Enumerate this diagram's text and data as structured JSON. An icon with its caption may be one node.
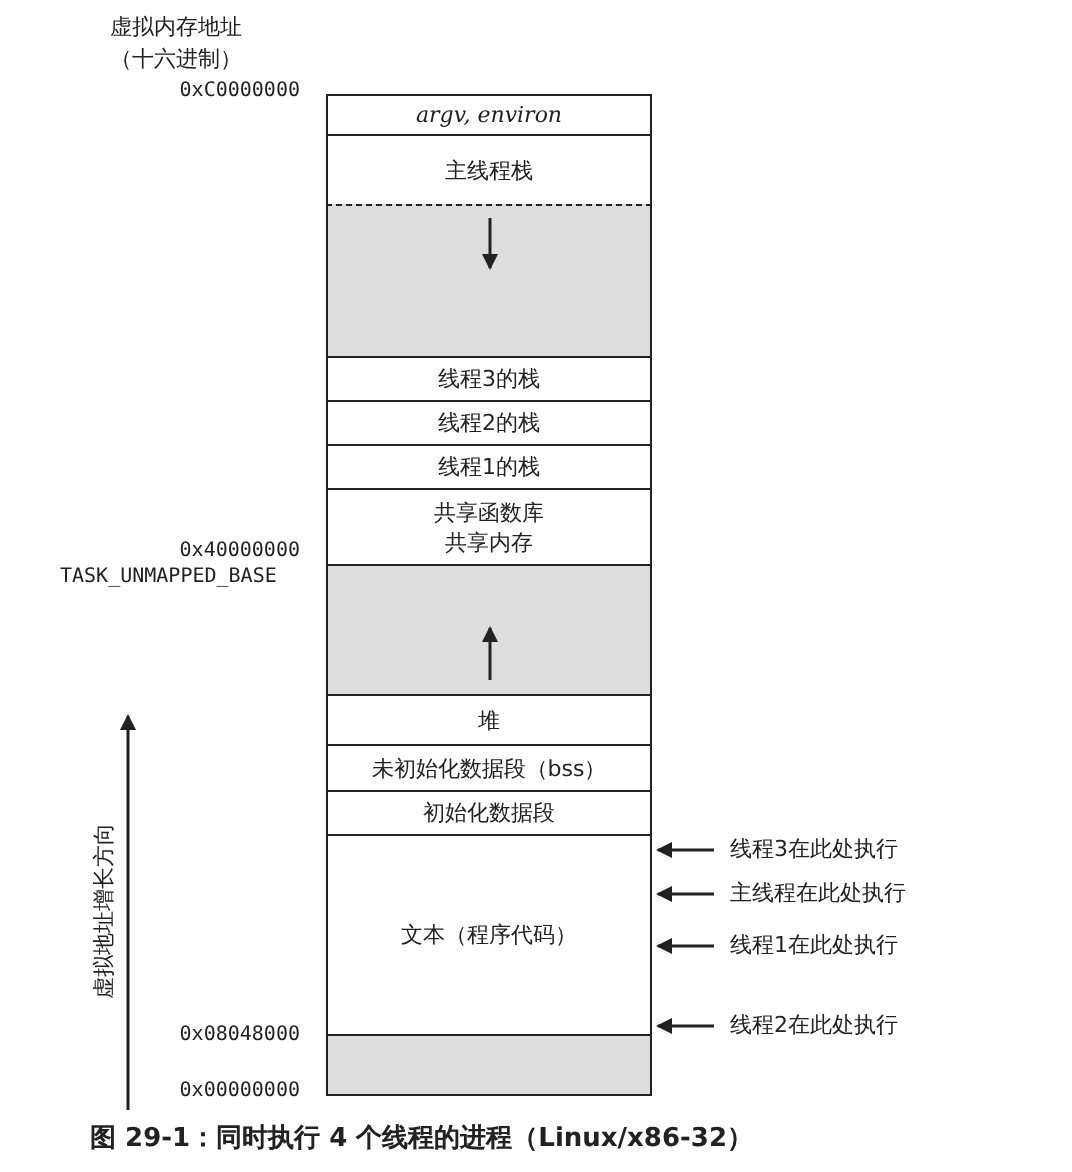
{
  "diagram": {
    "caption": "图 29-1：同时执行 4 个线程的进程（Linux/x86-32）",
    "nodes": [
      {
        "text": [
          "argv, environ"
        ]
      },
      {
        "text": [
          "主线程栈"
        ]
      },
      {
        "text": [],
        "shape": "bar"
      },
      {
        "text": [
          "线程3的栈"
        ]
      },
      {
        "text": [
          "线程2的栈"
        ]
      },
      {
        "text": [
          "线程1的栈"
        ]
      },
      {
        "text": [
          "共享函数库",
          "共享内存"
        ]
      },
      {
        "text": [],
        "shape": "bar"
      },
      {
        "text": [
          "堆"
        ]
      },
      {
        "text": [
          "未初始化数据段（bss）"
        ]
      },
      {
        "text": [
          "初始化数据段"
        ]
      },
      {
        "text": [
          "文本（程序代码）"
        ]
      },
      {
        "text": [],
        "shape": "bar"
      },
      {
        "text": [
          "线程3在此处执行"
        ]
      },
      {
        "text": [
          "主线程在此处执行"
        ]
      },
      {
        "text": [
          "线程1在此处执行"
        ]
      },
      {
        "text": [
          "线程2在此处执行"
        ]
      }
    ],
    "edges": [
      {
        "from": 13,
        "to": 11,
        "arrow": "to"
      },
      {
        "from": 14,
        "to": 11,
        "arrow": "to"
      },
      {
        "from": 15,
        "to": 11,
        "arrow": "to"
      },
      {
        "from": 16,
        "to": 11,
        "arrow": "to"
      }
    ],
    "labels": [
      "虚拟内存地址（十六进制）",
      "0xC0000000",
      "0x40000000",
      "TASK_UNMAPPED_BASE",
      "0x08048000",
      "0x00000000",
      "虚拟地址增长方向"
    ]
  }
}
